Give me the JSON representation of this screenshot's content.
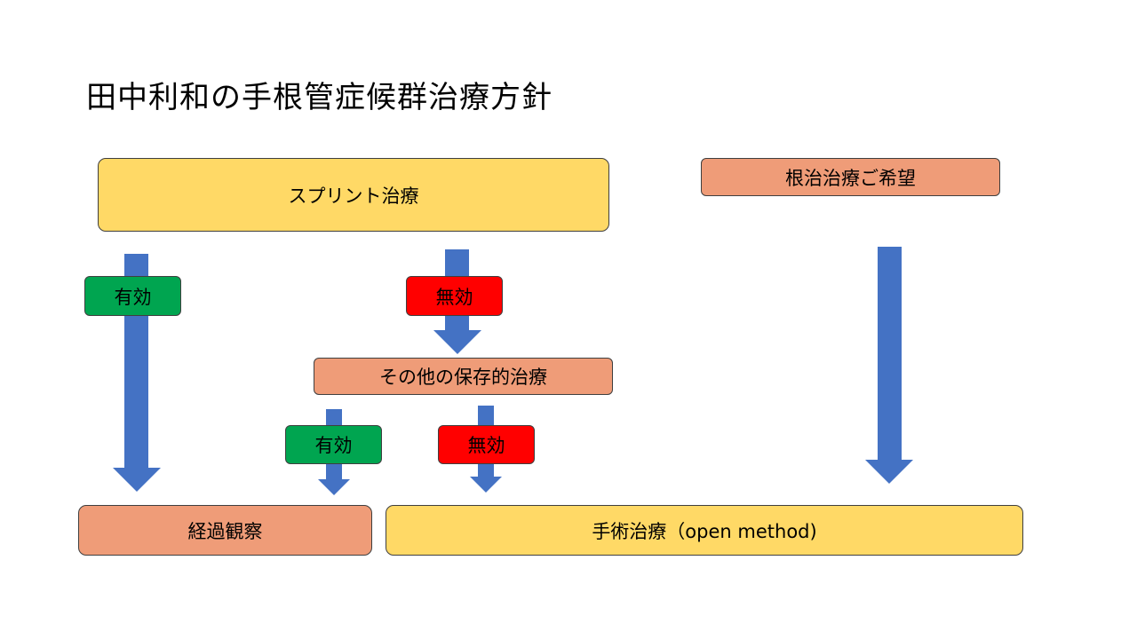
{
  "title": "田中利和の手根管症候群治療方針",
  "boxes": {
    "splint": "スプリント治療",
    "radical_wish": "根治治療ご希望",
    "effective_1": "有効",
    "ineffective_1": "無効",
    "other_conservative": "その他の保存的治療",
    "effective_2": "有効",
    "ineffective_2": "無効",
    "observation": "経過観察",
    "surgery": "手術治療（open method)"
  },
  "colors": {
    "yellow": "#ffd966",
    "salmon": "#ef9c78",
    "green": "#00a550",
    "red": "#ff0000",
    "arrow": "#4472c4"
  }
}
